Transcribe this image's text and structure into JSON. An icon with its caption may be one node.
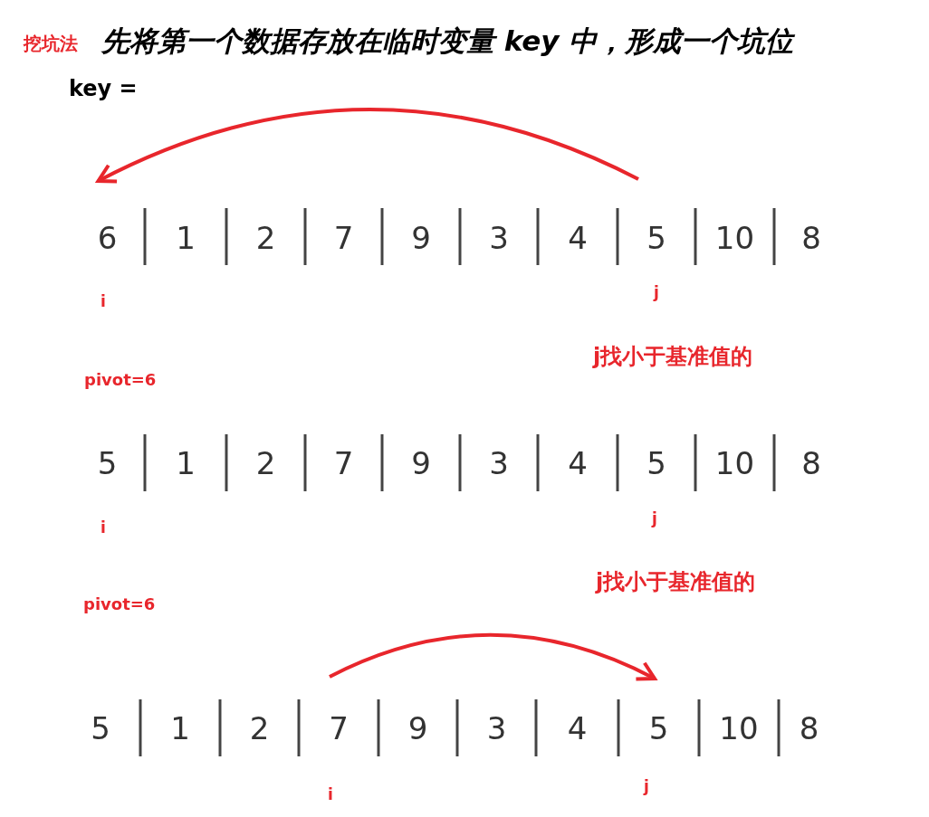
{
  "diagram": {
    "nodes": [
      {
        "text": [
          "6"
        ]
      },
      {
        "text": [
          "1"
        ]
      },
      {
        "text": [
          "2"
        ]
      },
      {
        "text": [
          "7"
        ]
      },
      {
        "text": [
          "9"
        ]
      },
      {
        "text": [
          "3"
        ]
      },
      {
        "text": [
          "4"
        ]
      },
      {
        "text": [
          "5"
        ]
      },
      {
        "text": [
          "10"
        ]
      },
      {
        "text": [
          "8"
        ]
      },
      {
        "text": [
          "5"
        ]
      },
      {
        "text": [
          "1"
        ]
      },
      {
        "text": [
          "2"
        ]
      },
      {
        "text": [
          "7"
        ]
      },
      {
        "text": [
          "9"
        ]
      },
      {
        "text": [
          "3"
        ]
      },
      {
        "text": [
          "4"
        ]
      },
      {
        "text": [
          "5"
        ]
      },
      {
        "text": [
          "10"
        ]
      },
      {
        "text": [
          "8"
        ]
      },
      {
        "text": [
          "5"
        ]
      },
      {
        "text": [
          "1"
        ]
      },
      {
        "text": [
          "2"
        ]
      },
      {
        "text": [
          "7"
        ]
      },
      {
        "text": [
          "9"
        ]
      },
      {
        "text": [
          "3"
        ]
      },
      {
        "text": [
          "4"
        ]
      },
      {
        "text": [
          "5"
        ]
      },
      {
        "text": [
          "10"
        ]
      },
      {
        "text": [
          "8"
        ]
      }
    ],
    "edges": [
      {
        "from": 7,
        "to": 0,
        "arrow": "to"
      },
      {
        "from": 23,
        "to": 27,
        "arrow": "to"
      }
    ],
    "labels": [
      "挖坑法",
      "先将第一个数据存放在临时变量 key 中，形成一个坑位",
      "key =",
      "i",
      "j",
      "j找小于基准值的",
      "pivot=6",
      "i",
      "j",
      "j找小于基准值的",
      "pivot=6",
      "i",
      "j"
    ]
  }
}
